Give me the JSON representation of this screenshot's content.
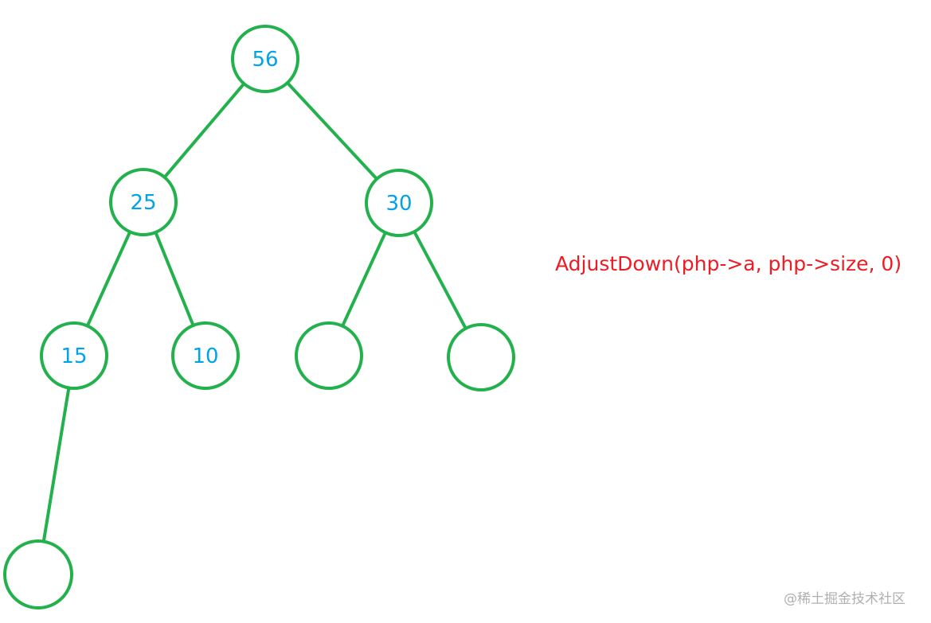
{
  "diagram": {
    "nodes": [
      {
        "id": "n56",
        "label": "56"
      },
      {
        "id": "n25",
        "label": "25"
      },
      {
        "id": "n30",
        "label": "30"
      },
      {
        "id": "n15",
        "label": "15"
      },
      {
        "id": "n10",
        "label": "10"
      },
      {
        "id": "n30-left",
        "label": ""
      },
      {
        "id": "n30-right",
        "label": ""
      },
      {
        "id": "n15-left",
        "label": ""
      }
    ],
    "edges": [
      {
        "from": "n56",
        "to": "n25"
      },
      {
        "from": "n56",
        "to": "n30"
      },
      {
        "from": "n25",
        "to": "n15"
      },
      {
        "from": "n25",
        "to": "n10"
      },
      {
        "from": "n30",
        "to": "n30-left"
      },
      {
        "from": "n30",
        "to": "n30-right"
      },
      {
        "from": "n15",
        "to": "n15-left"
      }
    ],
    "function_call": "AdjustDown(php->a, php->size, 0)",
    "watermark": "@稀土掘金技术社区",
    "colors": {
      "node_stroke": "#22b14c",
      "node_text": "#00a2e8",
      "function_text": "#ed1c24",
      "watermark_text": "#b0b0b0"
    }
  }
}
